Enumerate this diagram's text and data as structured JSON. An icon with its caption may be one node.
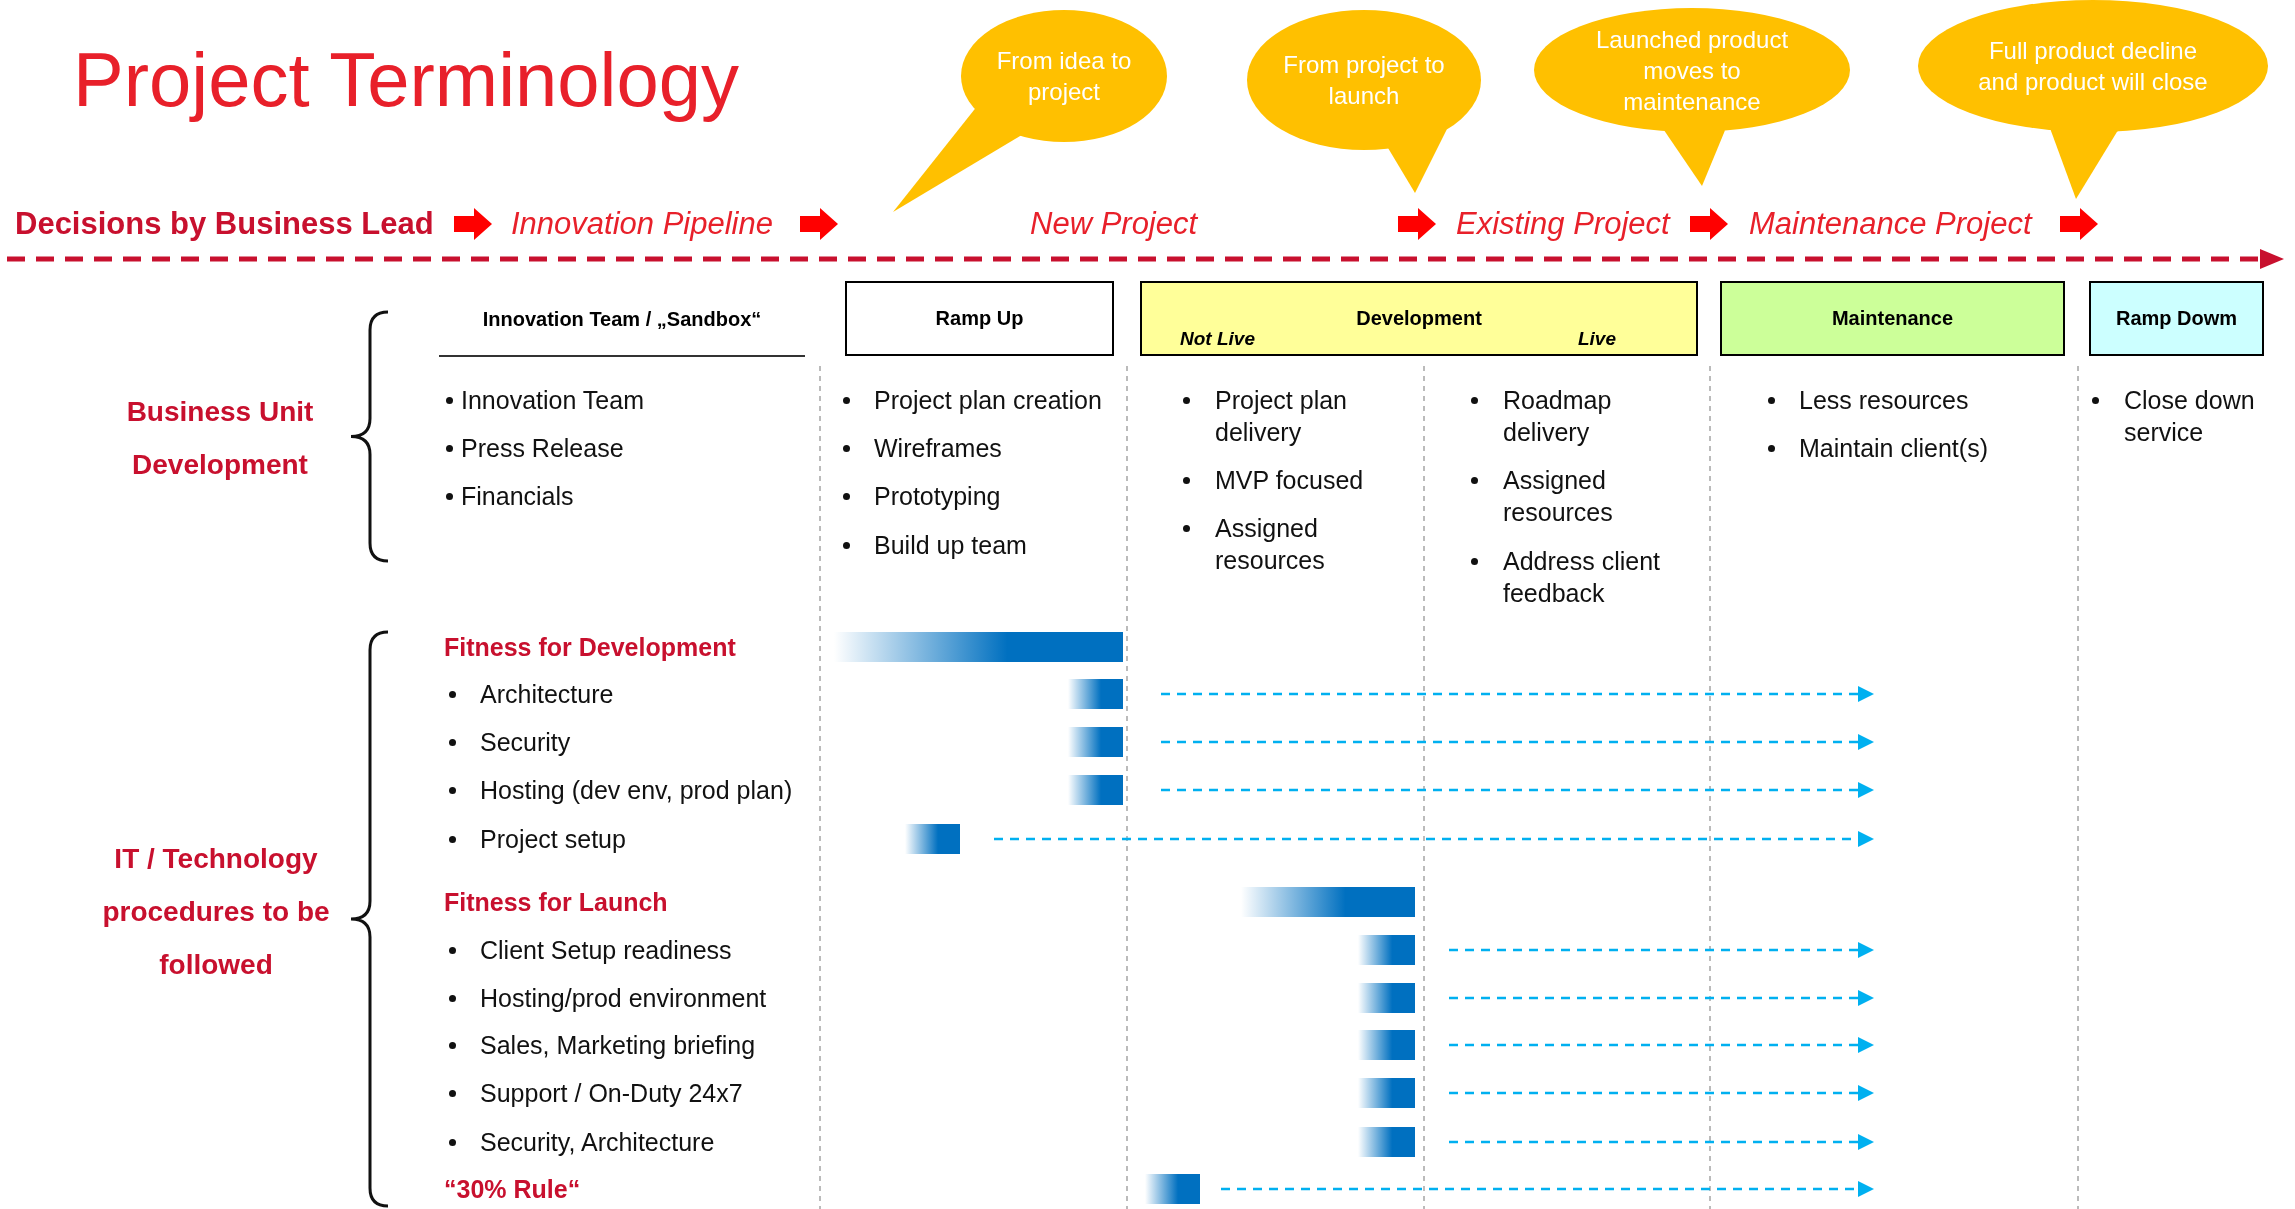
{
  "diagram": {
    "title": "Project Terminology",
    "nodes": [
      {
        "text": [
          "From idea to project"
        ]
      },
      {
        "text": [
          "From project to launch"
        ]
      },
      {
        "text": [
          "Launched product moves to maintenance"
        ]
      },
      {
        "text": [
          "Full product decline and product will close"
        ]
      },
      {
        "text": [
          "Ramp Up"
        ]
      },
      {
        "text": [
          "Development",
          "Not Live",
          "Live"
        ]
      },
      {
        "text": [
          "Maintenance"
        ]
      },
      {
        "text": [
          "Ramp Dowm"
        ]
      }
    ],
    "labels": [
      "Decisions by Business Lead",
      "Innovation Pipeline",
      "New Project",
      "Existing Project",
      "Maintenance Project",
      "Innovation Team / „Sandbox“",
      "Business Unit Development",
      "Innovation Team",
      "Press Release",
      "Financials",
      "Project plan creation",
      "Wireframes",
      "Prototyping",
      "Build up team",
      "Project plan delivery",
      "MVP focused",
      "Assigned resources",
      "Roadmap delivery",
      "Assigned resources",
      "Address client feedback",
      "Less resources",
      "Maintain client(s)",
      "Close down service",
      "IT / Technology procedures to be followed",
      "Fitness for Development",
      "Architecture",
      "Security",
      "Hosting (dev env, prod plan)",
      "Project setup",
      "Fitness for Launch",
      "Client Setup readiness",
      "Hosting/prod environment",
      "Sales, Marketing briefing",
      "Support / On-Duty 24x7",
      "Security, Architecture",
      "“30% Rule“"
    ]
  }
}
